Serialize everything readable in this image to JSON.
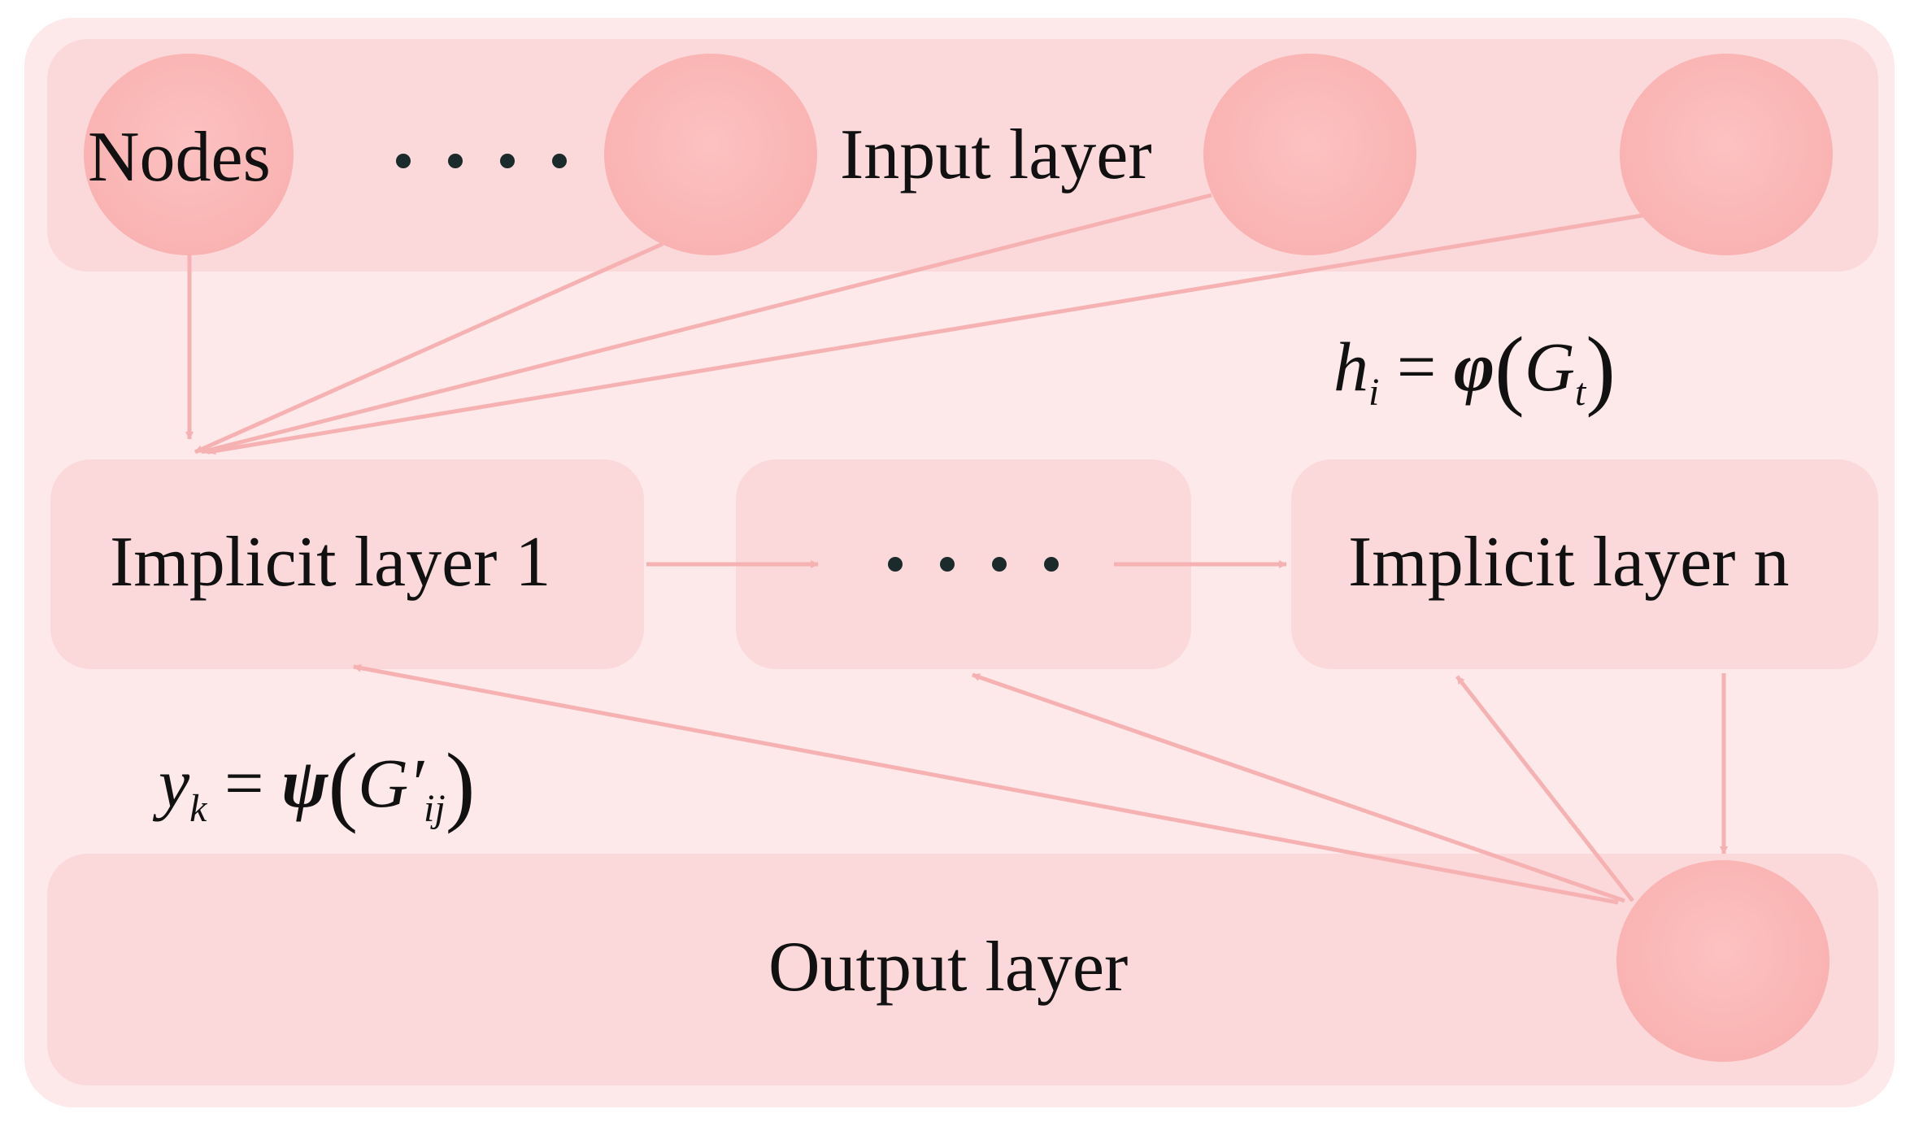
{
  "input_layer": {
    "label": "Input layer",
    "first_node_label": "Nodes"
  },
  "implicit_layers": {
    "first_label": "Implicit layer 1",
    "last_label": "Implicit layer n"
  },
  "output_layer": {
    "label": "Output layer"
  },
  "equations": {
    "hidden": {
      "lhs": "h",
      "lhs_sub": "i",
      "eq": "=",
      "fn": "φ",
      "arg": "G",
      "arg_sub": "t"
    },
    "output": {
      "lhs": "y",
      "lhs_sub": "k",
      "eq": "=",
      "fn": "ψ",
      "arg": "G′",
      "arg_sub": "ij"
    }
  },
  "colors": {
    "background": "#ffffff",
    "frame": "#fde9ea",
    "band": "#fbd9da",
    "node": "#f9b3b2",
    "arrow": "#f6b2b2",
    "text": "#111111"
  }
}
